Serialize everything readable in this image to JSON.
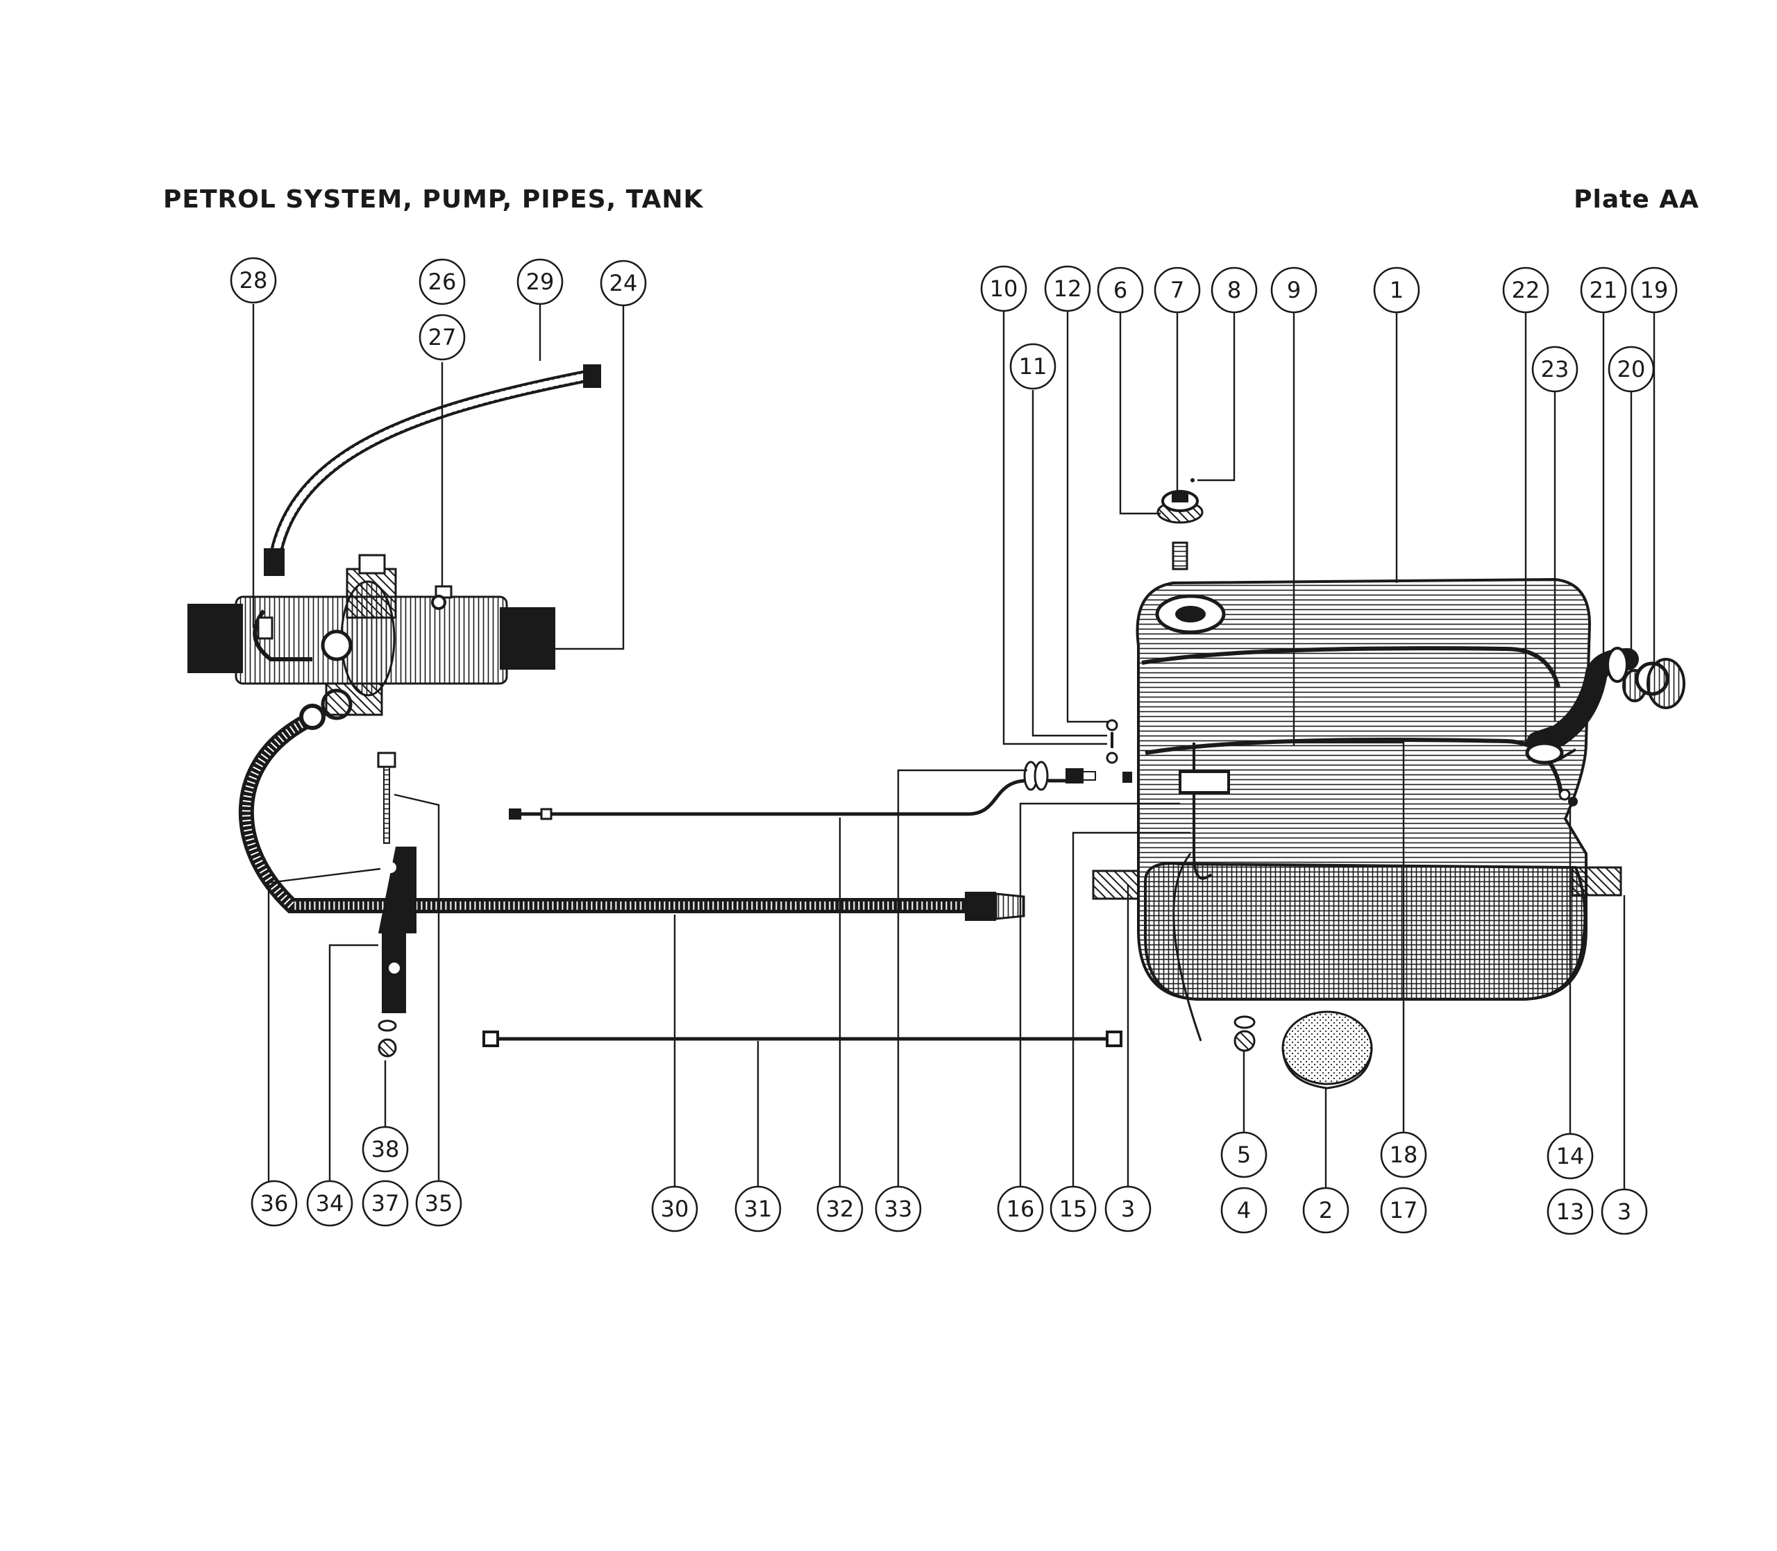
{
  "header": {
    "title": "PETROL  SYSTEM,  PUMP, PIPES, TANK",
    "plate": "Plate AA"
  },
  "callouts": [
    "1",
    "2",
    "3",
    "4",
    "5",
    "6",
    "7",
    "8",
    "9",
    "10",
    "11",
    "12",
    "13",
    "14",
    "15",
    "16",
    "17",
    "18",
    "19",
    "20",
    "21",
    "22",
    "23",
    "24",
    "26",
    "27",
    "28",
    "29",
    "30",
    "31",
    "32",
    "33",
    "34",
    "35",
    "36",
    "37",
    "38"
  ]
}
